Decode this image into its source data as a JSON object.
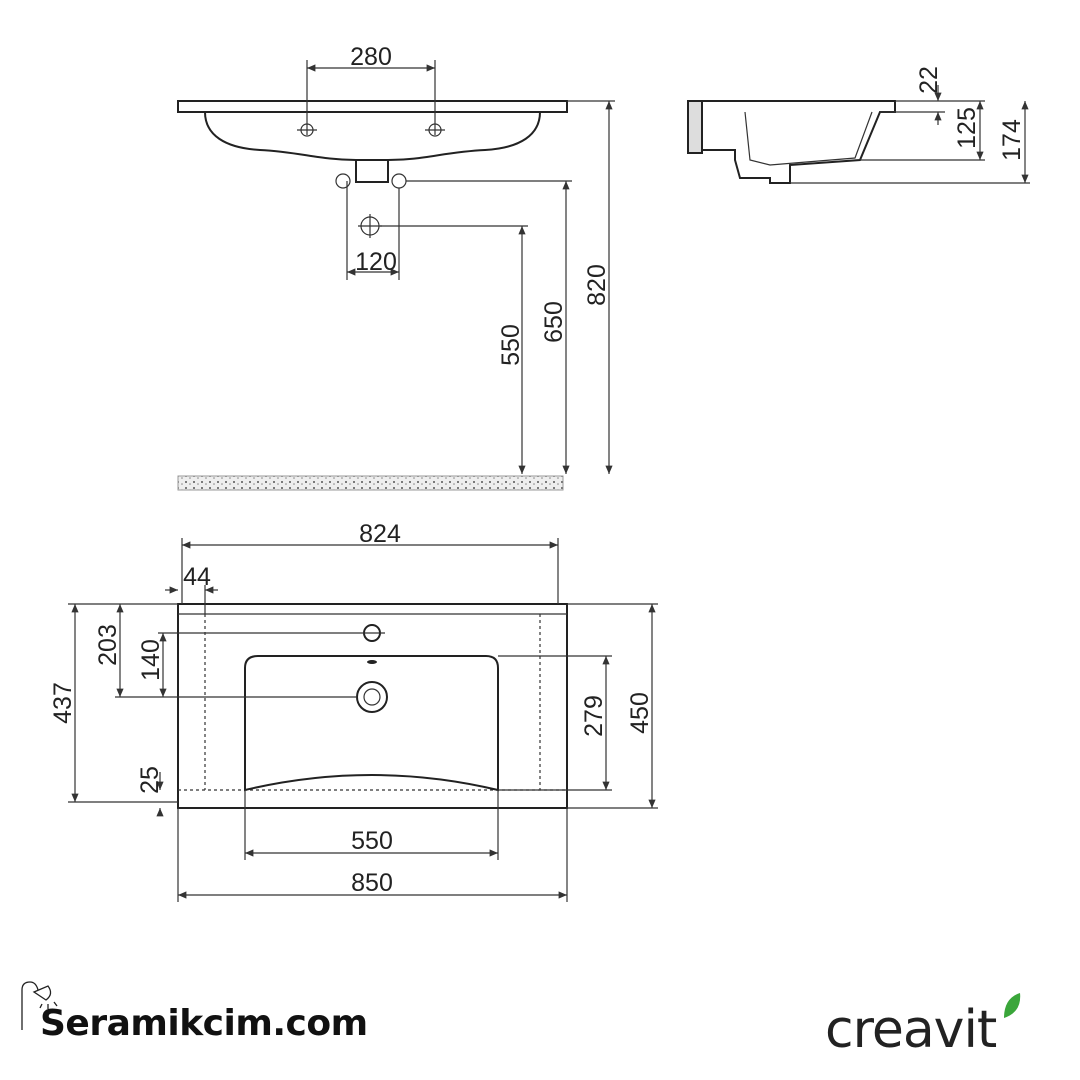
{
  "front_view": {
    "dim_tap_spacing": "280",
    "dim_hole_spacing": "120",
    "dim_height_550": "550",
    "dim_height_650": "650",
    "dim_height_820": "820"
  },
  "side_view": {
    "dim_rim": "22",
    "dim_bowl_depth": "125",
    "dim_total_height": "174"
  },
  "top_view": {
    "dim_inner_width": "824",
    "dim_edge": "44",
    "dim_203": "203",
    "dim_140": "140",
    "dim_437": "437",
    "dim_25": "25",
    "dim_279": "279",
    "dim_450": "450",
    "dim_bowl_width": "550",
    "dim_total_width": "850"
  },
  "branding": {
    "site_logo": "Seramikcim.com",
    "brand_logo": "creavit",
    "brand_leaf_color": "#3aa63a"
  }
}
